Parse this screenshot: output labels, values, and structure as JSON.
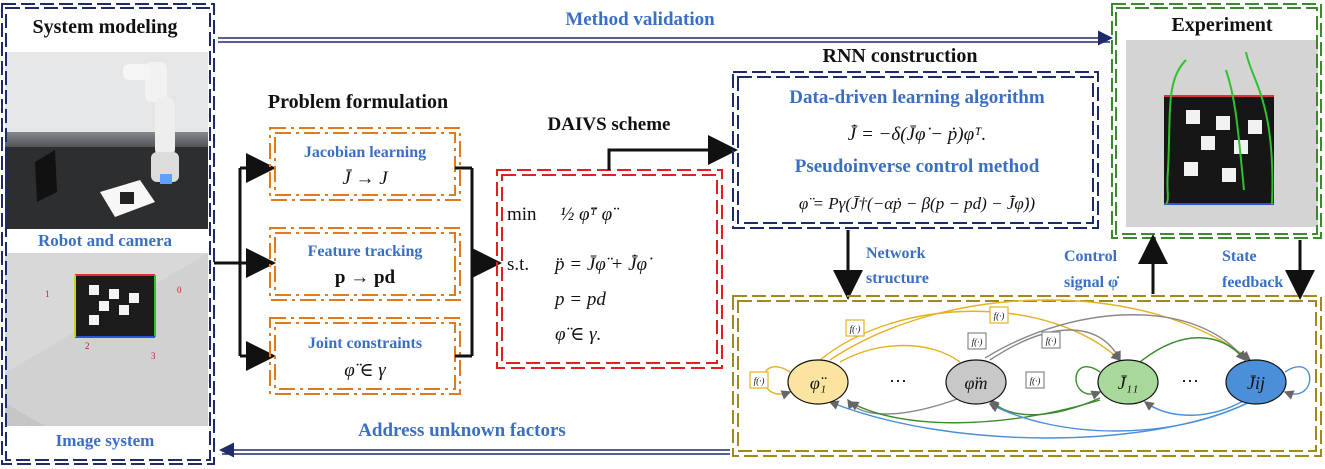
{
  "sections": {
    "system_modeling": "System modeling",
    "robot_and_camera": "Robot and camera",
    "image_system": "Image system",
    "method_validation": "Method validation",
    "address_unknown": "Address unknown factors",
    "experiment": "Experiment",
    "rnn_construction": "RNN construction",
    "problem_formulation": "Problem formulation",
    "daivs_scheme": "DAIVS scheme"
  },
  "problem": {
    "jacobian_learning": "Jacobian learning",
    "jacobian_eq": "J̄ → J",
    "feature_tracking": "Feature tracking",
    "feature_eq": "p → pd",
    "joint_constraints": "Joint constraints",
    "joint_eq": "φ̈ ∈ γ"
  },
  "daivs": {
    "min_label": "min",
    "objective": "½ φ̈ᵀ φ̈",
    "st_label": "s.t.",
    "c1": "p̈ = J̄φ̈ + J̄̇φ̇",
    "c2": "p = pd",
    "c3": "φ̈ ∈ γ."
  },
  "rnn": {
    "ddl_title": "Data-driven learning algorithm",
    "ddl_eq": "J̄̇ = −δ(J̄φ̇ − ṗ)φ̇ᵀ.",
    "pcm_title": "Pseudoinverse control method",
    "pcm_eq": "φ̈ = Pγ(J̄†(−αṗ − β(p − pd) − J̄̇φ̇))"
  },
  "labels": {
    "network_structure_1": "Network",
    "network_structure_2": "structure",
    "control_signal_1": "Control",
    "control_signal_2": "signal φ̇",
    "state_feedback_1": "State",
    "state_feedback_2": "feedback"
  },
  "network": {
    "nodes": [
      "φ̈₁",
      "φ̈m",
      "J̄₁₁",
      "J̄ij"
    ],
    "ellipsis": "⋯",
    "f_label": "f(·)"
  },
  "image_labels": [
    "1",
    "0",
    "2",
    "3"
  ],
  "colors": {
    "blue_text": "#3a6fc4",
    "navy_frame": "#1f2a6b",
    "orange_frame": "#e07a1f",
    "red_frame": "#e02020",
    "green_frame": "#3c8a2e",
    "olive_frame": "#a08a1a",
    "node_yellow": "#fbe3a0",
    "node_gray": "#c8c8c8",
    "node_green": "#a8d89a",
    "node_blue": "#4a8fd8"
  }
}
